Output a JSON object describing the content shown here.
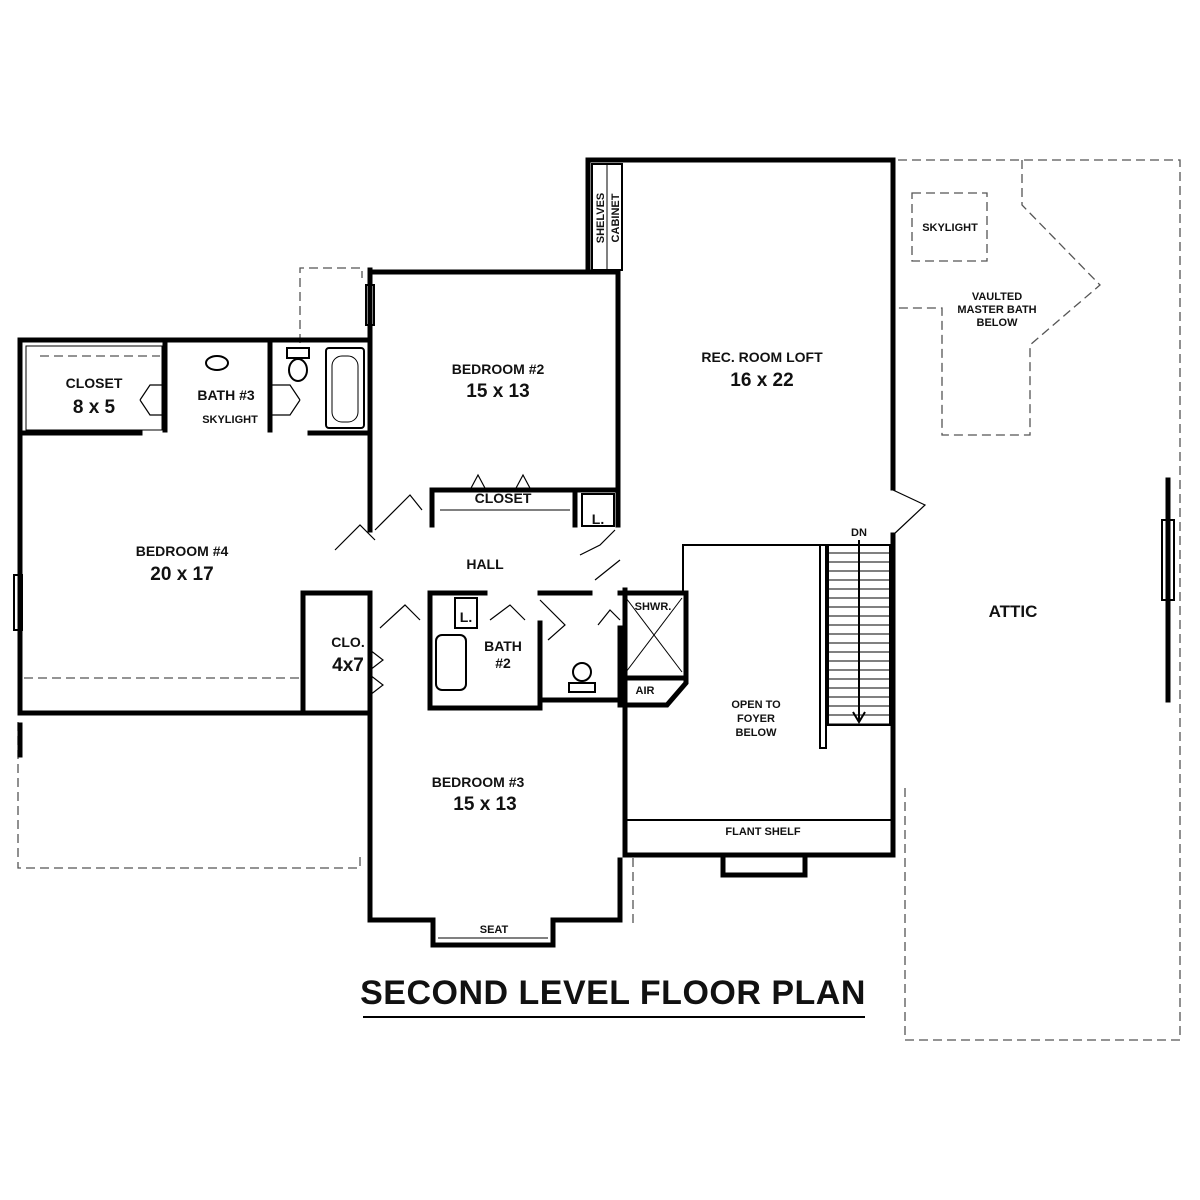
{
  "plan_title": "SECOND LEVEL FLOOR PLAN",
  "rooms": {
    "closet_8x5": {
      "name": "CLOSET",
      "size": "8 x 5"
    },
    "bath3": {
      "name": "BATH #3",
      "note": "SKYLIGHT"
    },
    "bedroom4": {
      "name": "BEDROOM #4",
      "size": "20 x 17"
    },
    "bedroom2": {
      "name": "BEDROOM #2",
      "size": "15 x 13"
    },
    "closet_bed2": {
      "name": "CLOSET"
    },
    "linen_upper": {
      "name": "L."
    },
    "hall": {
      "name": "HALL"
    },
    "clo_4x7": {
      "name": "CLO.",
      "size": "4x7"
    },
    "linen_bath2": {
      "name": "L."
    },
    "bath2": {
      "name": "BATH",
      "number": "#2"
    },
    "shower": {
      "name": "SHWR."
    },
    "air": {
      "name": "AIR"
    },
    "bedroom3": {
      "name": "BEDROOM #3",
      "size": "15 x 13"
    },
    "seat": {
      "name": "SEAT"
    },
    "rec_room": {
      "name": "REC. ROOM LOFT",
      "size": "16 x 22"
    },
    "shelves": {
      "line1": "SHELVES",
      "line2": "CABINET"
    },
    "open_foyer": {
      "line1": "OPEN TO",
      "line2": "FOYER",
      "line3": "BELOW"
    },
    "stair_dn": {
      "name": "DN"
    },
    "plant_shelf": {
      "name": "FLANT SHELF"
    },
    "skylight": {
      "name": "SKYLIGHT"
    },
    "vaulted": {
      "line1": "VAULTED",
      "line2": "MASTER BATH",
      "line3": "BELOW"
    },
    "attic": {
      "name": "ATTIC"
    }
  }
}
